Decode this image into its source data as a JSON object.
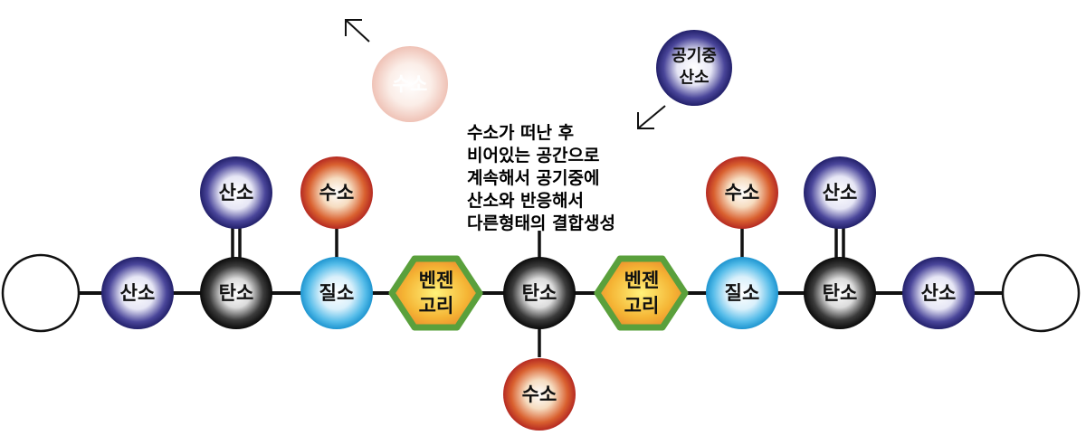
{
  "labels": {
    "oxygen": "산소",
    "carbon": "탄소",
    "nitrogen": "질소",
    "hydrogen": "수소",
    "benzene_line1": "벤젠",
    "benzene_line2": "고리",
    "air_oxygen_line1": "공기중",
    "air_oxygen_line2": "산소"
  },
  "annotation": {
    "lines": [
      "수소가 떠난 후",
      "비어있는 공간으로",
      "계속해서 공기중에",
      "산소와 반응해서",
      "다른형태의 결합생성"
    ]
  },
  "colors": {
    "oxygen": "#2d2a7a",
    "carbon": "#111111",
    "nitrogen": "#2aa4df",
    "hydrogen": "#c0392b",
    "hydrogen_faded": "#f2c9c0",
    "benzene_fill": "#f0a030",
    "benzene_border": "#5aa03c",
    "bond": "#111111"
  }
}
